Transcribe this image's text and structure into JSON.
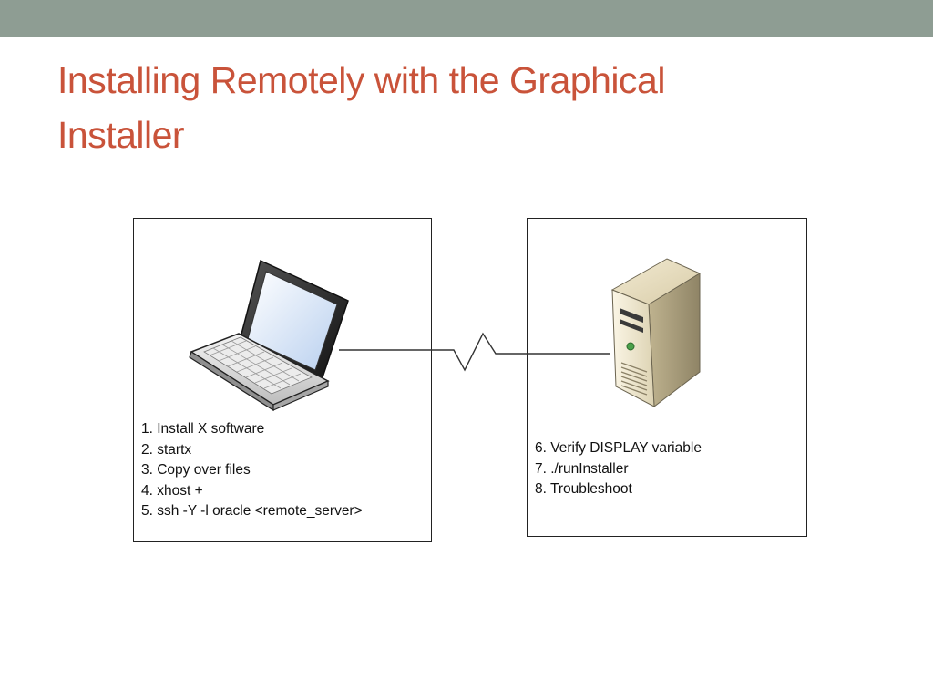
{
  "slide": {
    "title_line1": "Installing Remotely with the Graphical",
    "title_line2": "Installer",
    "accent_color": "#c9533a",
    "bar_color": "#8e9d93"
  },
  "diagram": {
    "client": {
      "icon": "laptop-icon",
      "steps": [
        "1. Install X software",
        "2. startx",
        "3. Copy over files",
        "4. xhost +",
        "5. ssh -Y -l oracle <remote_server>"
      ]
    },
    "server": {
      "icon": "server-tower-icon",
      "steps": [
        "6. Verify DISPLAY variable",
        "7. ./runInstaller",
        "8. Troubleshoot"
      ]
    },
    "connection": {
      "icon": "network-link-icon"
    }
  }
}
